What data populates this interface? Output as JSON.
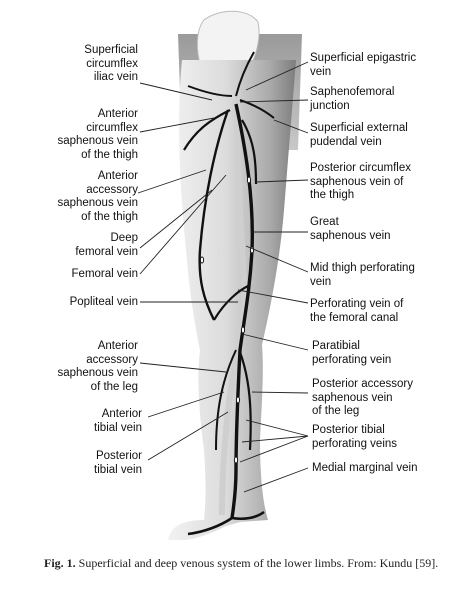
{
  "left_labels": [
    {
      "id": "superficial-circumflex-iliac-vein",
      "text": "Superficial\ncircumflex\niliac vein"
    },
    {
      "id": "anterior-circumflex-saphenous-vein-thigh",
      "text": "Anterior\ncircumflex\nsaphenous vein\nof the thigh"
    },
    {
      "id": "anterior-accessory-saphenous-vein-thigh",
      "text": "Anterior\naccessory\nsaphenous vein\nof the thigh"
    },
    {
      "id": "deep-femoral-vein",
      "text": "Deep\nfemoral vein"
    },
    {
      "id": "femoral-vein",
      "text": "Femoral vein"
    },
    {
      "id": "popliteal-vein",
      "text": "Popliteal vein"
    },
    {
      "id": "anterior-accessory-saphenous-vein-leg",
      "text": "Anterior\naccessory\nsaphenous vein\nof the leg"
    },
    {
      "id": "anterior-tibial-vein",
      "text": "Anterior\ntibial vein"
    },
    {
      "id": "posterior-tibial-vein",
      "text": "Posterior\ntibial vein"
    }
  ],
  "right_labels": [
    {
      "id": "superficial-epigastric-vein",
      "text": "Superficial epigastric\nvein"
    },
    {
      "id": "saphenofemoral-junction",
      "text": "Saphenofemoral\njunction"
    },
    {
      "id": "superficial-external-pudendal-vein",
      "text": "Superficial external\npudendal vein"
    },
    {
      "id": "posterior-circumflex-saphenous-vein-thigh",
      "text": "Posterior circumflex\nsaphenous vein of\nthe thigh"
    },
    {
      "id": "great-saphenous-vein",
      "text": "Great\nsaphenous vein"
    },
    {
      "id": "mid-thigh-perforating-vein",
      "text": "Mid thigh perforating\nvein"
    },
    {
      "id": "perforating-vein-femoral-canal",
      "text": "Perforating vein of\nthe femoral canal"
    },
    {
      "id": "paratibial-perforating-vein",
      "text": "Paratibial\nperforating vein"
    },
    {
      "id": "posterior-accessory-saphenous-vein-leg",
      "text": "Posterior accessory\nsaphenous vein\nof the leg"
    },
    {
      "id": "posterior-tibial-perforating-veins",
      "text": "Posterior tibial\nperforating veins"
    },
    {
      "id": "medial-marginal-vein",
      "text": "Medial marginal vein"
    }
  ],
  "caption": {
    "label": "Fig. 1.",
    "text": " Superficial and deep venous system of the lower limbs. From: Kundu [59]."
  },
  "colors": {
    "skin_light": "#e6e6e6",
    "skin_mid": "#bdbdbd",
    "skin_dark": "#8e8e8e",
    "vein": "#111111",
    "leader": "#222222"
  }
}
